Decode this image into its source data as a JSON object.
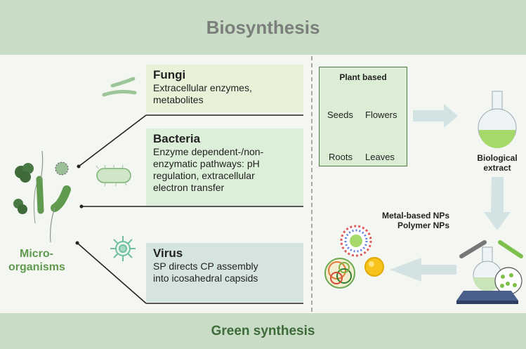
{
  "header": {
    "title": "Biosynthesis"
  },
  "footer": {
    "title": "Green synthesis"
  },
  "microorganisms": {
    "label_line1": "Micro-",
    "label_line2": "organisms",
    "fungi": {
      "title": "Fungi",
      "line1": "Extracellular enzymes,",
      "line2": "metabolites"
    },
    "bacteria": {
      "title": "Bacteria",
      "line1": "Enzyme dependent-/non-",
      "line2": "enzymatic pathways: pH",
      "line3": "regulation, extracellular",
      "line4": "electron transfer"
    },
    "virus": {
      "title": "Virus",
      "line1": "SP directs CP assembly",
      "line2": "into icosahedral capsids"
    }
  },
  "plant": {
    "title": "Plant based",
    "items": [
      "Seeds",
      "Flowers",
      "Roots",
      "Leaves"
    ]
  },
  "extract": {
    "line1": "Biological",
    "line2": "extract"
  },
  "nps": {
    "line1": "Metal-based NPs",
    "line2": "Polymer NPs"
  },
  "icons": [
    "fungi-hypha-icon",
    "bacterium-icon",
    "virus-icon",
    "microorganisms-cluster-icon",
    "seed-icon",
    "flower-icon",
    "root-icon",
    "leaf-icon",
    "flask-icon",
    "synthesis-setup-icon",
    "polymer-np-icon",
    "metal-np-icon",
    "fiber-np-icon"
  ],
  "colors": {
    "band": "#c8dcc6",
    "accent_green": "#5f9a4f",
    "arrow": "#d3e3e3"
  }
}
